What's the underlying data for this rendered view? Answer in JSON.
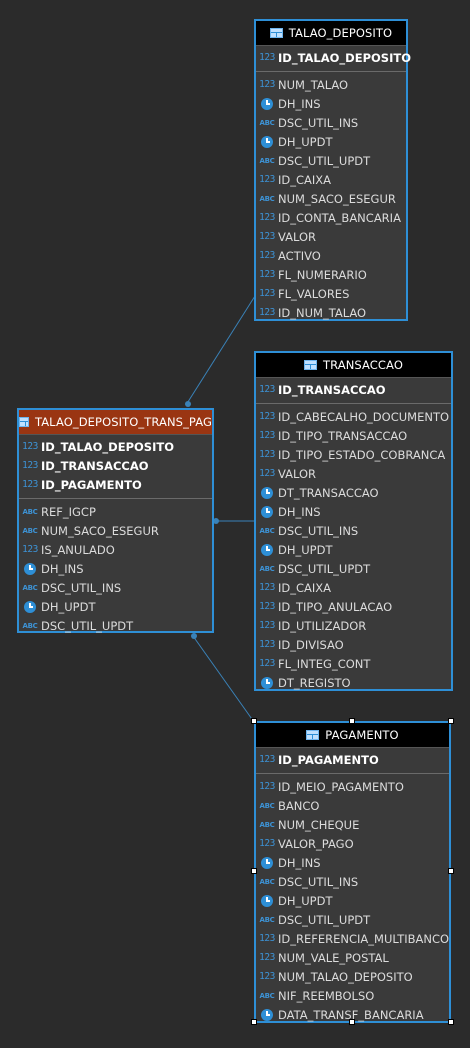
{
  "entities": {
    "talao_deposito": {
      "name": "TALAO_DEPOSITO",
      "pk": [
        {
          "type": "num",
          "name": "ID_TALAO_DEPOSITO"
        }
      ],
      "columns": [
        {
          "type": "num",
          "name": "NUM_TALAO"
        },
        {
          "type": "date",
          "name": "DH_INS"
        },
        {
          "type": "abc",
          "name": "DSC_UTIL_INS"
        },
        {
          "type": "date",
          "name": "DH_UPDT"
        },
        {
          "type": "abc",
          "name": "DSC_UTIL_UPDT"
        },
        {
          "type": "num",
          "name": "ID_CAIXA"
        },
        {
          "type": "abc",
          "name": "NUM_SACO_ESEGUR"
        },
        {
          "type": "num",
          "name": "ID_CONTA_BANCARIA"
        },
        {
          "type": "num",
          "name": "VALOR"
        },
        {
          "type": "num",
          "name": "ACTIVO"
        },
        {
          "type": "num",
          "name": "FL_NUMERARIO"
        },
        {
          "type": "num",
          "name": "FL_VALORES"
        },
        {
          "type": "num",
          "name": "ID_NUM_TALAO"
        }
      ]
    },
    "talao_deposito_trans_pag": {
      "name": "TALAO_DEPOSITO_TRANS_PAG",
      "pk": [
        {
          "type": "num",
          "name": "ID_TALAO_DEPOSITO"
        },
        {
          "type": "num",
          "name": "ID_TRANSACCAO"
        },
        {
          "type": "num",
          "name": "ID_PAGAMENTO"
        }
      ],
      "columns": [
        {
          "type": "abc",
          "name": "REF_IGCP"
        },
        {
          "type": "abc",
          "name": "NUM_SACO_ESEGUR"
        },
        {
          "type": "num",
          "name": "IS_ANULADO"
        },
        {
          "type": "date",
          "name": "DH_INS"
        },
        {
          "type": "abc",
          "name": "DSC_UTIL_INS"
        },
        {
          "type": "date",
          "name": "DH_UPDT"
        },
        {
          "type": "abc",
          "name": "DSC_UTIL_UPDT"
        }
      ]
    },
    "transaccao": {
      "name": "TRANSACCAO",
      "pk": [
        {
          "type": "num",
          "name": "ID_TRANSACCAO"
        }
      ],
      "columns": [
        {
          "type": "num",
          "name": "ID_CABECALHO_DOCUMENTO"
        },
        {
          "type": "num",
          "name": "ID_TIPO_TRANSACCAO"
        },
        {
          "type": "num",
          "name": "ID_TIPO_ESTADO_COBRANCA"
        },
        {
          "type": "num",
          "name": "VALOR"
        },
        {
          "type": "date",
          "name": "DT_TRANSACCAO"
        },
        {
          "type": "date",
          "name": "DH_INS"
        },
        {
          "type": "abc",
          "name": "DSC_UTIL_INS"
        },
        {
          "type": "date",
          "name": "DH_UPDT"
        },
        {
          "type": "abc",
          "name": "DSC_UTIL_UPDT"
        },
        {
          "type": "num",
          "name": "ID_CAIXA"
        },
        {
          "type": "num",
          "name": "ID_TIPO_ANULACAO"
        },
        {
          "type": "num",
          "name": "ID_UTILIZADOR"
        },
        {
          "type": "num",
          "name": "ID_DIVISAO"
        },
        {
          "type": "num",
          "name": "FL_INTEG_CONT"
        },
        {
          "type": "date",
          "name": "DT_REGISTO"
        }
      ]
    },
    "pagamento": {
      "name": "PAGAMENTO",
      "pk": [
        {
          "type": "num",
          "name": "ID_PAGAMENTO"
        }
      ],
      "columns": [
        {
          "type": "num",
          "name": "ID_MEIO_PAGAMENTO"
        },
        {
          "type": "abc",
          "name": "BANCO"
        },
        {
          "type": "abc",
          "name": "NUM_CHEQUE"
        },
        {
          "type": "num",
          "name": "VALOR_PAGO"
        },
        {
          "type": "date",
          "name": "DH_INS"
        },
        {
          "type": "abc",
          "name": "DSC_UTIL_INS"
        },
        {
          "type": "date",
          "name": "DH_UPDT"
        },
        {
          "type": "abc",
          "name": "DSC_UTIL_UPDT"
        },
        {
          "type": "num",
          "name": "ID_REFERENCIA_MULTIBANCO"
        },
        {
          "type": "num",
          "name": "NUM_VALE_POSTAL"
        },
        {
          "type": "num",
          "name": "NUM_TALAO_DEPOSITO"
        },
        {
          "type": "abc",
          "name": "NIF_REEMBOLSO"
        },
        {
          "type": "date",
          "name": "DATA_TRANSF_BANCARIA"
        }
      ]
    }
  },
  "type_glyphs": {
    "num": "123",
    "abc": "ABC",
    "date": "clock-icon"
  },
  "colors": {
    "background": "#2b2b2b",
    "border": "#2e8fd6",
    "header": "#000000",
    "selected_header": "#9a3512"
  }
}
